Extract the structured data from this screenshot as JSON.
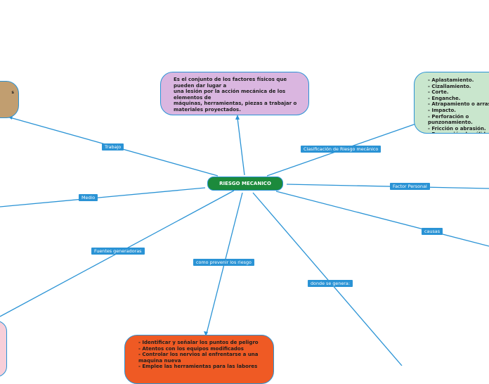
{
  "center": {
    "label": "RIESGO MECANICO"
  },
  "links": {
    "trabajo": "Trabajo",
    "clasificacion": "Clasificación de Riesgo mecánico",
    "medio": "Medio",
    "factor": "Factor Personal",
    "causas": "causas",
    "fuentes": "Fuentes generadoras",
    "prevenir": "como prevenir los riesgo",
    "genera": "donde se genera:"
  },
  "nodes": {
    "definicion": "Es el conjunto de los factores físicos que pueden dar lugar a\nuna lesión por la acción mecánica de los elementos de\nmáquinas, herramientas, piezas a trabajar o materiales proyectados.",
    "clasificacion": "- Aplastamiento.\n- Cizallamiento.\n- Corte.\n- Enganche.\n- Atrapamiento o arrastre.\n- Impacto.\n- Perforación o punzonamiento.\n- Fricción o abrasión.\n- Proyección de sólidos o fluidos.",
    "prevenir": "- Identificar y señalar los puntos de peligro\n- Atentos con los equipos modificados\n- Controlar los nervios al enfrentarse a una maquina nueva\n- Emplee las herramientas para las labores",
    "trabajo_fragment": "s"
  },
  "colors": {
    "connector": "#2a93d5",
    "center": "#1c8a3c",
    "definicion": "#dab6e0",
    "clasificacion": "#c9e6cd",
    "trabajo": "#c19e70",
    "fuentes": "#f7cfd9",
    "prevenir": "#ef5a24"
  }
}
